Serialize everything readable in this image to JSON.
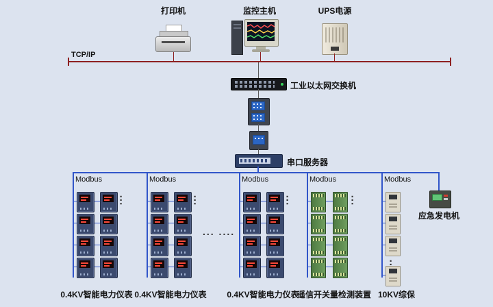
{
  "page": {
    "background": "#dce3ef"
  },
  "colors": {
    "tcp_line": "#8e2020",
    "bus_line": "#3155c9"
  },
  "labels": {
    "tcp": "TCP/IP",
    "printer": "打印机",
    "monitor_host": "监控主机",
    "ups": "UPS电源",
    "ethernet_switch": "工业以太网交换机",
    "serial_server": "串口服务器",
    "generator": "应急发电机",
    "dots_horizontal": "... ....",
    "dots_vertical": "..."
  },
  "bus_columns": [
    {
      "bus_label": "Modbus",
      "device_label": "0.4KV智能电力仪表"
    },
    {
      "bus_label": "Modbus",
      "device_label": "0.4KV智能电力仪表"
    },
    {
      "bus_label": "Modbus",
      "device_label": "0.4KV智能电力仪表"
    },
    {
      "bus_label": "Modbus",
      "device_label": "遥信开关量检测装置"
    },
    {
      "bus_label": "Modbus",
      "device_label": "10KV综保"
    }
  ]
}
